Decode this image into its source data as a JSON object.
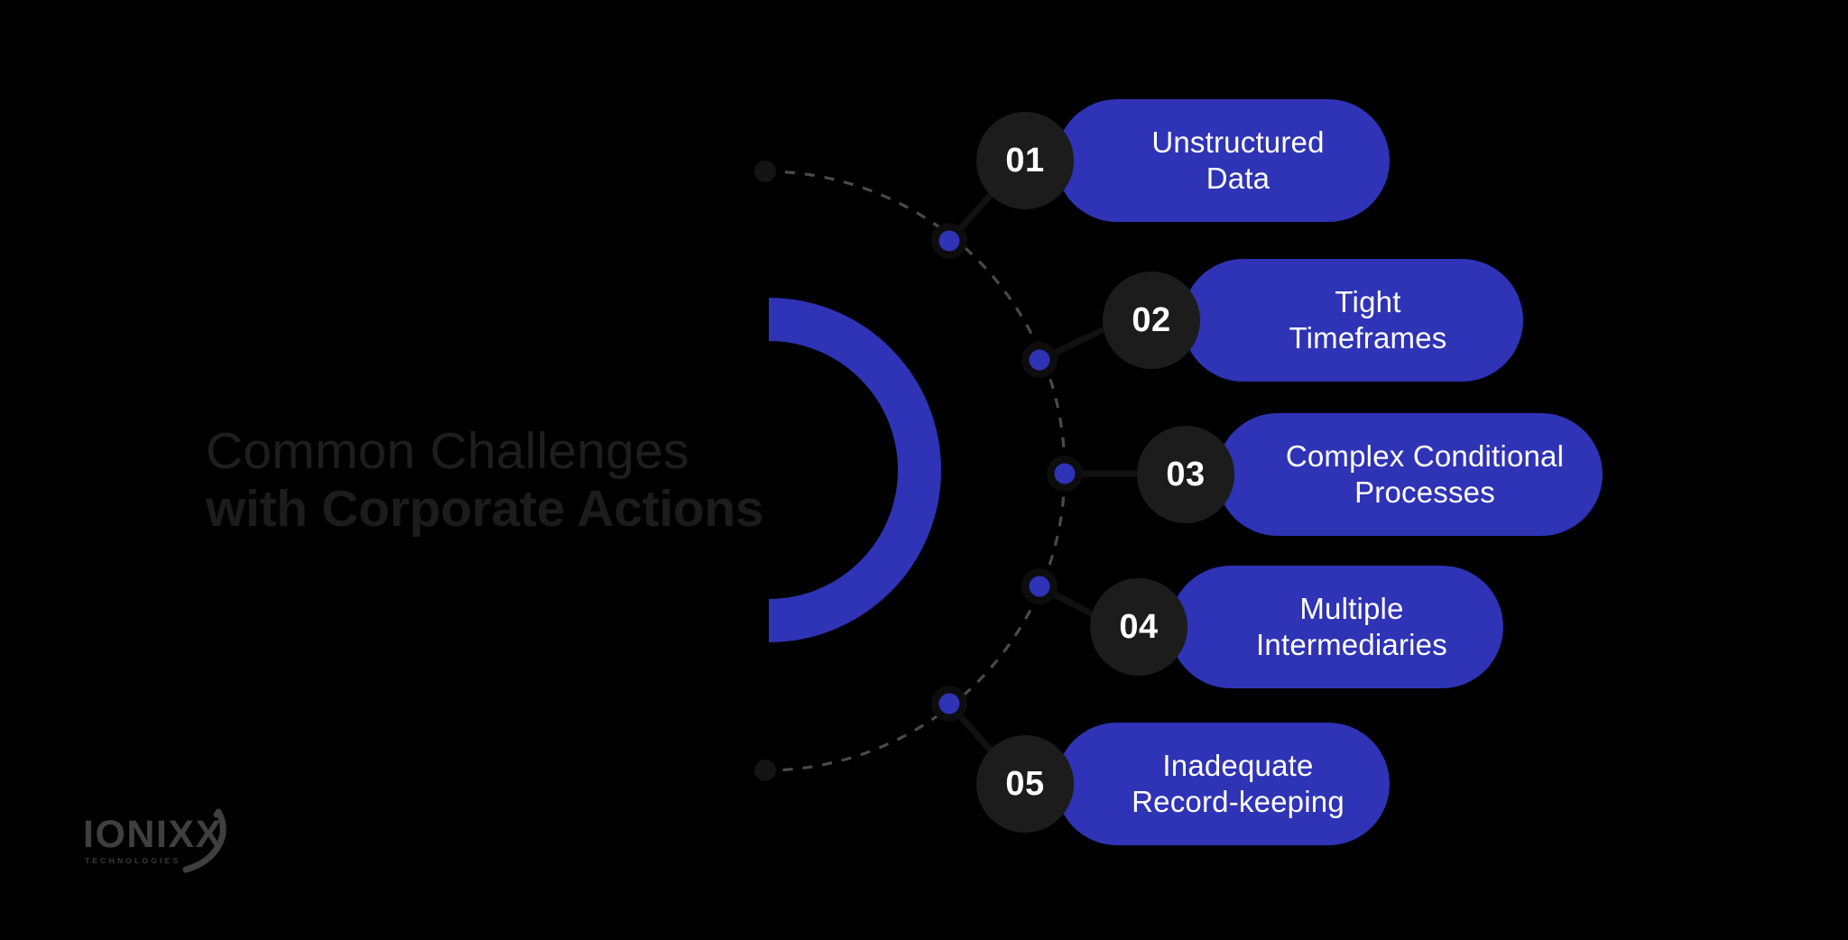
{
  "background_color": "#000000",
  "accent_color": "#2f33b5",
  "badge_color": "#1c1c1c",
  "title": {
    "line1": "Common Challenges",
    "line2": "with Corporate Actions",
    "line1_color": "#1e1e1e",
    "line2_color": "#1c1c1c"
  },
  "items": [
    {
      "number": "01",
      "label": "Unstructured\nData"
    },
    {
      "number": "02",
      "label": "Tight\nTimeframes"
    },
    {
      "number": "03",
      "label": "Complex Conditional\nProcesses"
    },
    {
      "number": "04",
      "label": "Multiple\nIntermediaries"
    },
    {
      "number": "05",
      "label": "Inadequate\nRecord-keeping"
    }
  ],
  "logo": {
    "wordmark": "IONIXX",
    "tagline": "TECHNOLOGIES",
    "color": "#3f3f3f"
  },
  "diagram": {
    "arc_color": "#2f33b5",
    "dashed_curve_color": "#4a4a4a",
    "node_fill": "#2f33b5",
    "node_ring": "#0d0d0d",
    "endpoint_color": "#141414"
  }
}
